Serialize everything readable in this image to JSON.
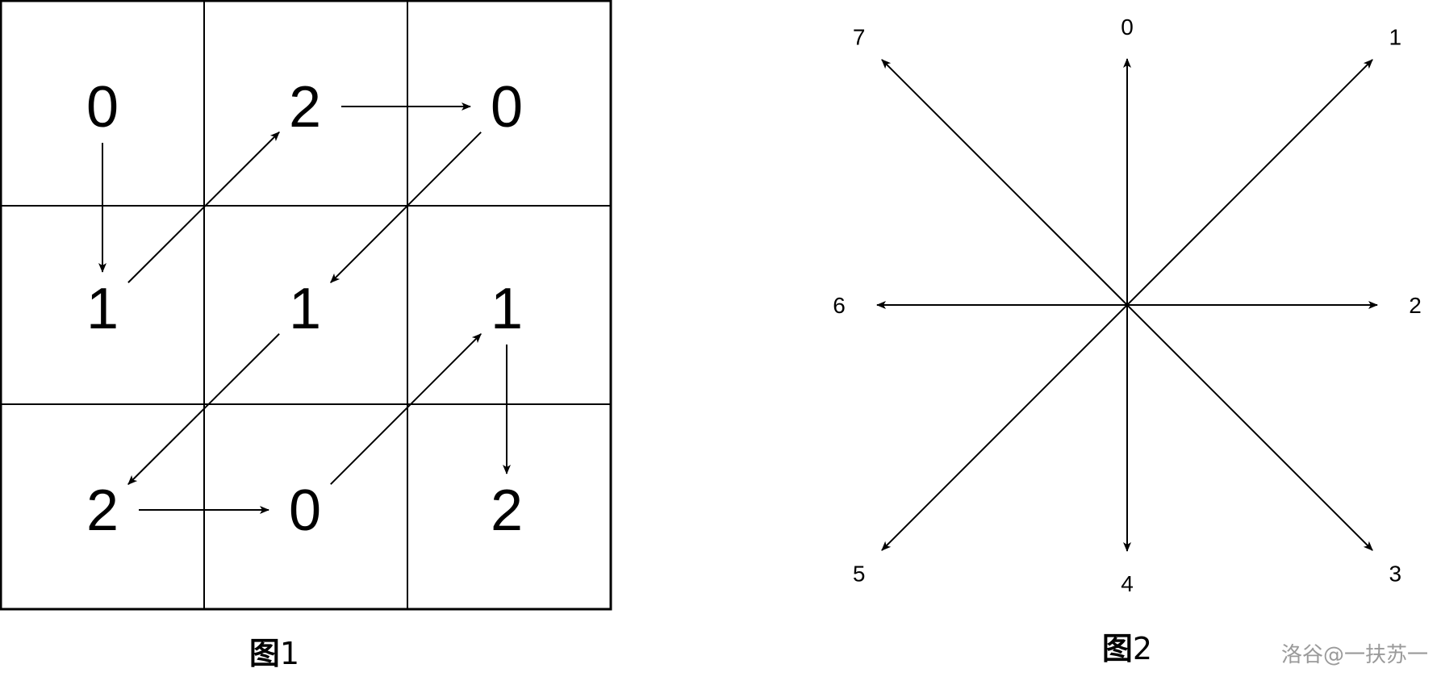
{
  "figure1": {
    "caption_bold": "图",
    "caption_num": "1",
    "grid": [
      [
        "0",
        "2",
        "0"
      ],
      [
        "1",
        "1",
        "1"
      ],
      [
        "2",
        "0",
        "2"
      ]
    ],
    "path_order": [
      [
        0,
        0
      ],
      [
        1,
        0
      ],
      [
        0,
        1
      ],
      [
        0,
        2
      ],
      [
        1,
        1
      ],
      [
        2,
        0
      ],
      [
        2,
        1
      ],
      [
        1,
        2
      ],
      [
        2,
        2
      ]
    ]
  },
  "figure2": {
    "caption_bold": "图",
    "caption_num": "2",
    "directions": [
      {
        "label": "0",
        "name": "up"
      },
      {
        "label": "1",
        "name": "up-right"
      },
      {
        "label": "2",
        "name": "right"
      },
      {
        "label": "3",
        "name": "down-right"
      },
      {
        "label": "4",
        "name": "down"
      },
      {
        "label": "5",
        "name": "down-left"
      },
      {
        "label": "6",
        "name": "left"
      },
      {
        "label": "7",
        "name": "up-left"
      }
    ]
  },
  "watermark": "洛谷@一扶苏一"
}
